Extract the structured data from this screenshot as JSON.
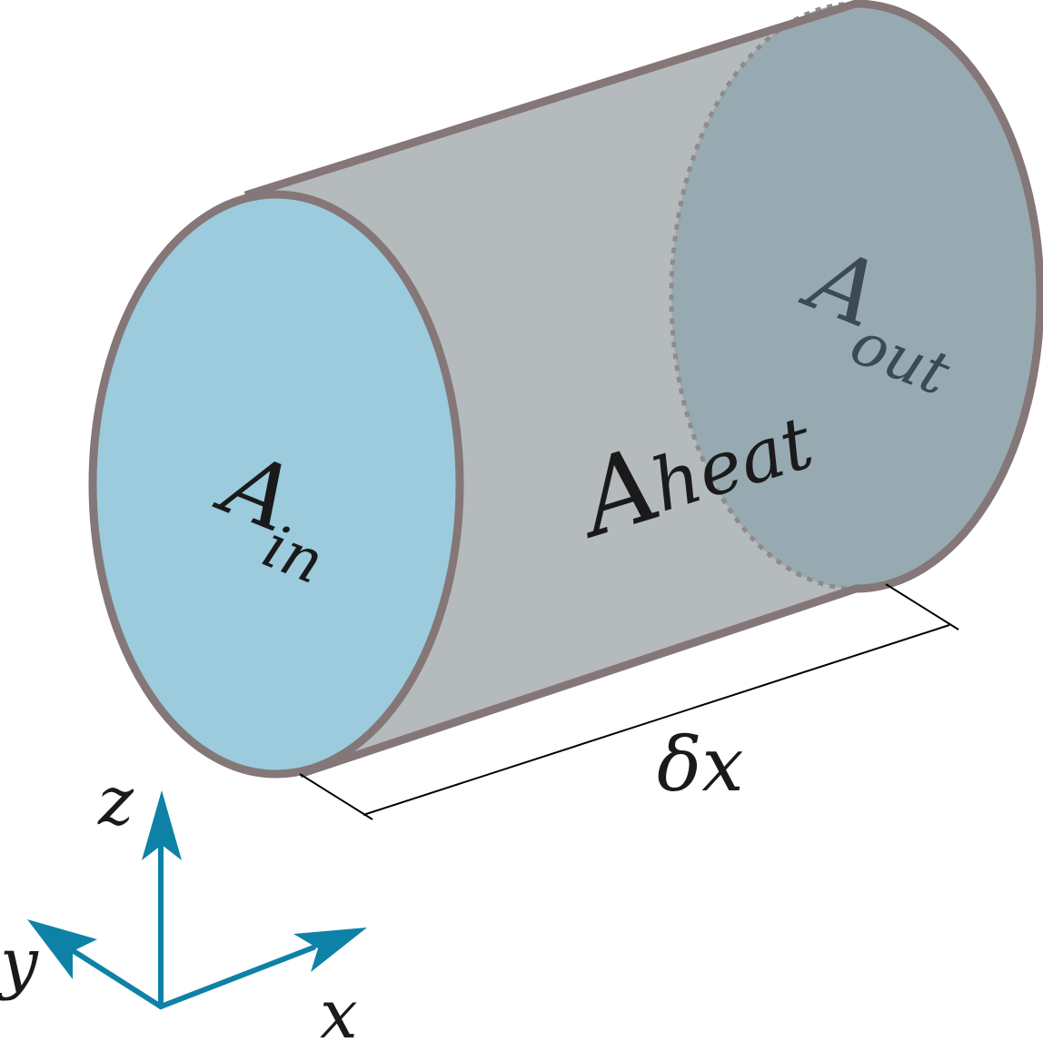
{
  "labels": {
    "a_in_main": "A",
    "a_in_sub": "in",
    "a_heat_main": "A",
    "a_heat_sub": "heat",
    "a_out_main": "A",
    "a_out_sub": "out",
    "delta_x": "δx"
  },
  "axes": {
    "x_label": "x",
    "y_label": "y",
    "z_label": "z"
  },
  "colors": {
    "inlet_face": "#9bcbdd",
    "lateral_surface": "#b5babd",
    "outlet_face": "#97aab2",
    "outline": "#857777",
    "axis_arrows": "#0e82a6",
    "dimension_line": "#000000"
  }
}
